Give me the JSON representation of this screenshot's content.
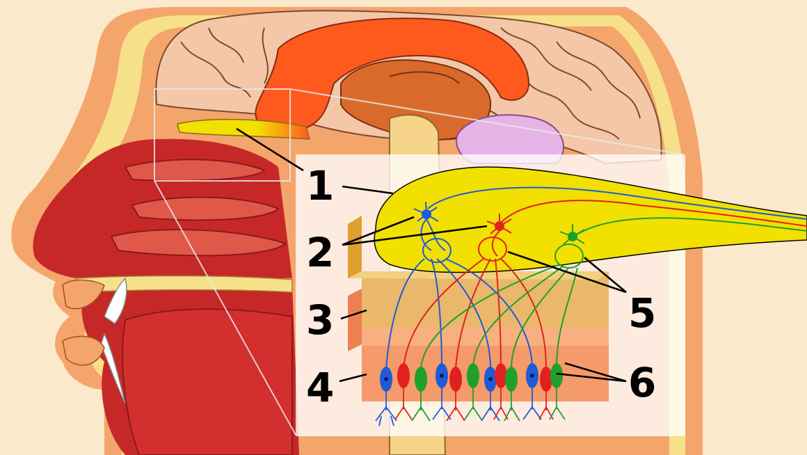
{
  "labels": [
    {
      "id": "1",
      "text": "1"
    },
    {
      "id": "2",
      "text": "2"
    },
    {
      "id": "3",
      "text": "3"
    },
    {
      "id": "4",
      "text": "4"
    },
    {
      "id": "5",
      "text": "5"
    },
    {
      "id": "6",
      "text": "6"
    }
  ],
  "colors": {
    "background": "#fbe9cc",
    "brain": "#f3c7a8",
    "brain_outline": "#8a5a3c",
    "corpus": "#ff5a1e",
    "thalamus": "#d96a2c",
    "bulb": "#f1e000",
    "bone": "#f6d48a",
    "skin": "#f4a56c",
    "tissue_red": "#d32f2f",
    "cerebellum": "#e6b3e6",
    "panel": "#ffffff",
    "bone_layer": "#e9b86a",
    "epithelium": "#f59a6a",
    "neuron_blue": "#1e5bd6",
    "neuron_red": "#e22020",
    "neuron_green": "#1fa02a"
  }
}
